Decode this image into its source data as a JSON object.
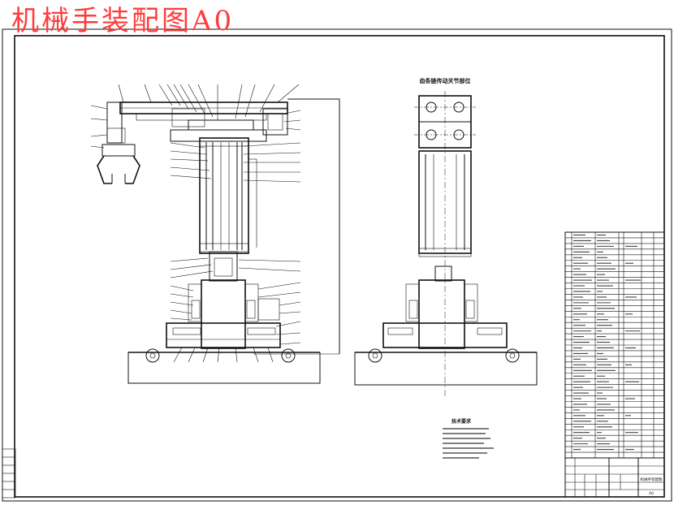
{
  "title": "机械手装配图A0",
  "right_view_title": "齿条链传动关节部位",
  "notes_heading": "技术要求",
  "title_block_main": "机械手装配图",
  "drawing_number": "A0",
  "colors": {
    "title": "#ff3b3b",
    "lines": "#111111",
    "paper": "#ffffff"
  }
}
